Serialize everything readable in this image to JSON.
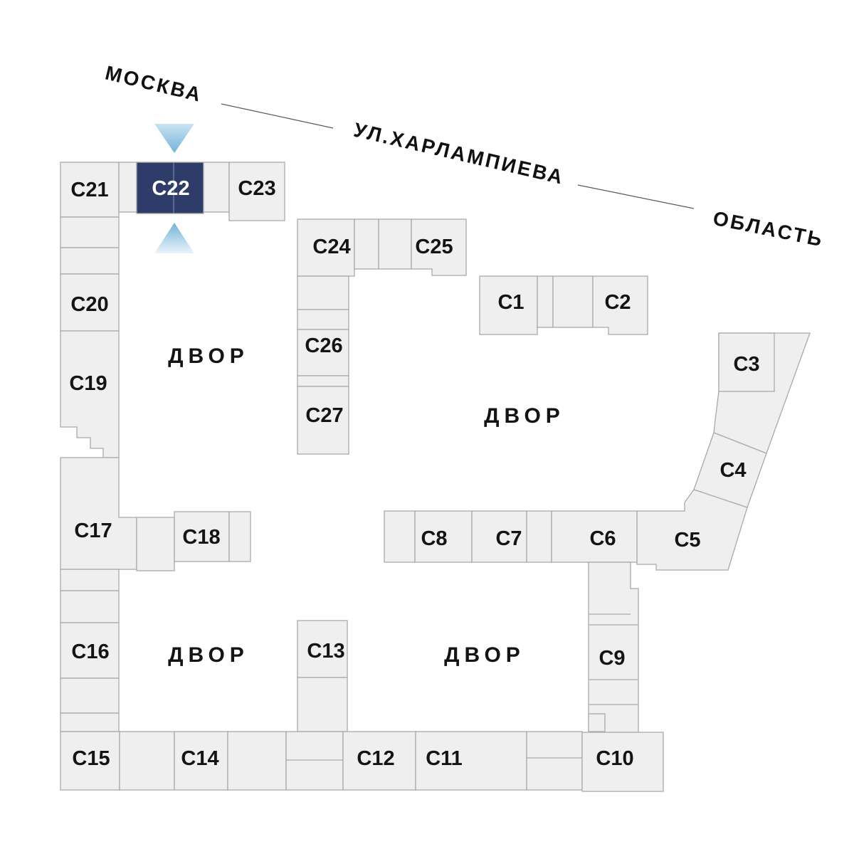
{
  "streets": {
    "moskva": "МОСКВА",
    "kharlampieva": "УЛ.ХАРЛАМПИЕВА",
    "oblast": "ОБЛАСТЬ"
  },
  "courtyards": {
    "top_left": "ДВОР",
    "top_right": "ДВОР",
    "bottom_left": "ДВОР",
    "bottom_right": "ДВОР"
  },
  "selected_block": "C22",
  "blocks": {
    "c1": {
      "label": "C1"
    },
    "c2": {
      "label": "C2"
    },
    "c3": {
      "label": "C3"
    },
    "c4": {
      "label": "C4"
    },
    "c5": {
      "label": "C5"
    },
    "c6": {
      "label": "C6"
    },
    "c7": {
      "label": "C7"
    },
    "c8": {
      "label": "C8"
    },
    "c9": {
      "label": "C9"
    },
    "c10": {
      "label": "C10"
    },
    "c11": {
      "label": "C11"
    },
    "c12": {
      "label": "C12"
    },
    "c13": {
      "label": "C13"
    },
    "c14": {
      "label": "C14"
    },
    "c15": {
      "label": "C15"
    },
    "c16": {
      "label": "C16"
    },
    "c17": {
      "label": "C17"
    },
    "c18": {
      "label": "C18"
    },
    "c19": {
      "label": "C19"
    },
    "c20": {
      "label": "C20"
    },
    "c21": {
      "label": "C21"
    },
    "c22": {
      "label": "C22"
    },
    "c23": {
      "label": "C23"
    },
    "c24": {
      "label": "C24"
    },
    "c25": {
      "label": "C25"
    },
    "c26": {
      "label": "C26"
    },
    "c27": {
      "label": "C27"
    }
  },
  "colors": {
    "block_fill": "#efefef",
    "block_border": "#a9a9a9",
    "selected_fill": "#2e3c69",
    "selected_text": "#ffffff",
    "label_text": "#141414",
    "street_line": "#5a5a5a",
    "arrow_strong": "#74b2d8",
    "arrow_light": "#c9e4f2",
    "arrow_fade": "#eaf4fa"
  }
}
